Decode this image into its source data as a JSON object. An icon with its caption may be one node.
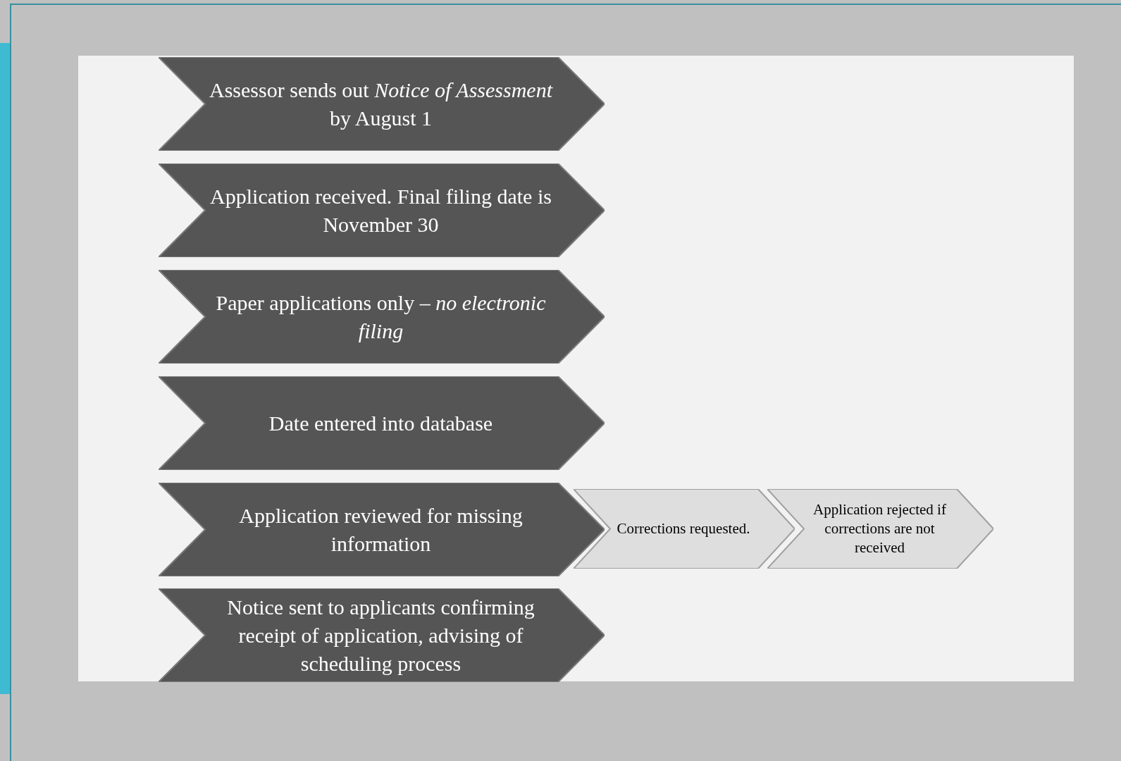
{
  "diagram": {
    "nodes": [
      {
        "text": [
          "Assessor sends out *Notice of Assessment* by August 1"
        ]
      },
      {
        "text": [
          "Application received. Final filing date is November 30"
        ]
      },
      {
        "text": [
          "Paper applications only – *no electronic filing*"
        ]
      },
      {
        "text": [
          "Date entered into database"
        ]
      },
      {
        "text": [
          "Application reviewed for missing information"
        ]
      },
      {
        "text": [
          "Notice sent to applicants confirming receipt of application, advising of scheduling process"
        ]
      },
      {
        "text": [
          "Corrections requested."
        ]
      },
      {
        "text": [
          "Application rejected if corrections are not received"
        ]
      }
    ]
  }
}
